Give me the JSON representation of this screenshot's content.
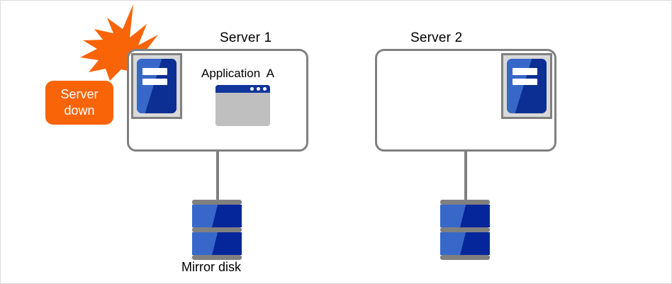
{
  "diagram": {
    "title_text": "",
    "palette": {
      "accent_orange": "#f96408",
      "server_border_gray": "#808080",
      "icon_bg_gray": "#d9d9d9",
      "blue_light": "#3768c9",
      "blue_dark": "#0c2f93",
      "window_titlebar": "#12359b",
      "window_body": "#bfbfbf",
      "canvas_border": "#dcdcdc"
    }
  },
  "alert": {
    "line1": "Server",
    "line2": "down",
    "icon": "explosion-burst-icon"
  },
  "servers": [
    {
      "title": "Server 1",
      "icon": "server-machine-icon",
      "icon_position": "top-left",
      "application": {
        "label": "Application  A",
        "icon": "application-window-icon",
        "window_dots": 3
      },
      "storage": {
        "label": "Mirror disk",
        "icon": "disk-stack-icon",
        "platters": 2
      }
    },
    {
      "title": "Server 2",
      "icon": "server-machine-icon",
      "icon_position": "top-right",
      "application": null,
      "storage": {
        "label": "",
        "icon": "disk-stack-icon",
        "platters": 2
      }
    }
  ]
}
